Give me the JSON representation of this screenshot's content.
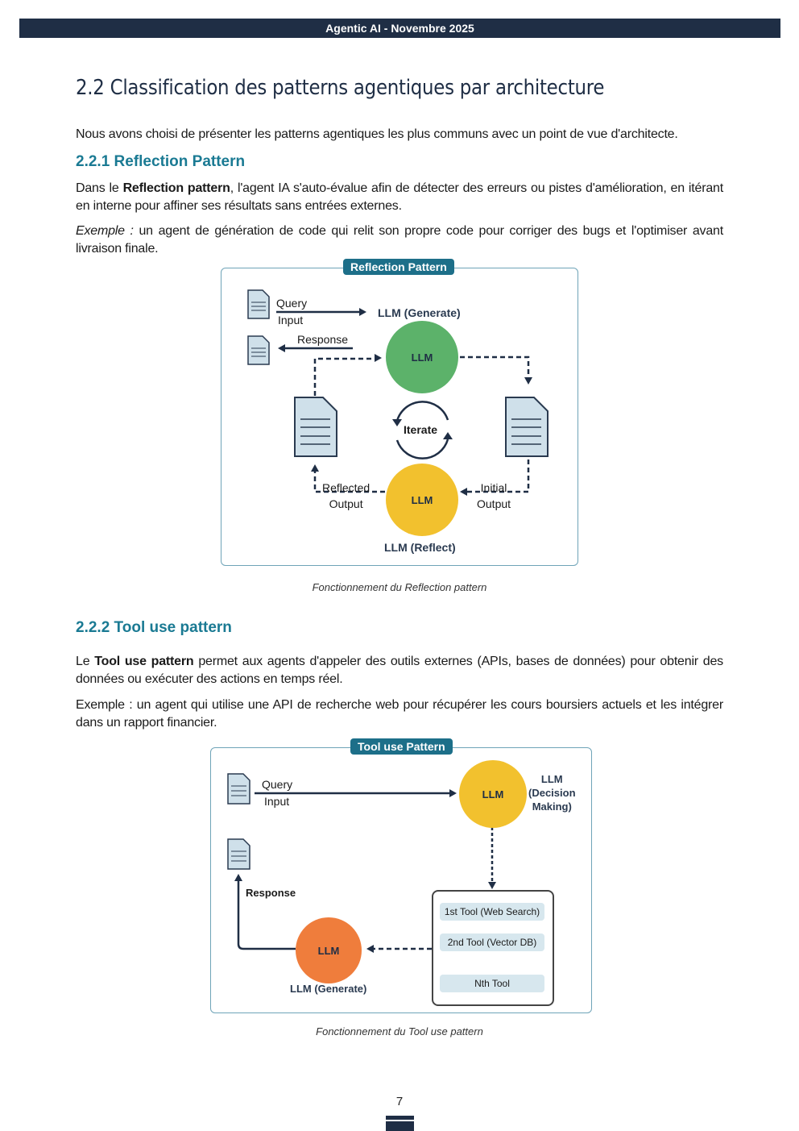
{
  "header": {
    "title": "Agentic AI - Novembre 2025"
  },
  "section": {
    "title": "2.2  Classification des patterns agentiques par architecture",
    "intro": "Nous avons choisi de présenter les patterns agentiques les plus communs avec un point de vue d'architecte."
  },
  "reflection": {
    "heading": "2.2.1   Reflection Pattern",
    "p1_prefix": "Dans le ",
    "p1_bold": "Reflection pattern",
    "p1_suffix": ", l'agent IA s'auto-évalue afin de détecter des erreurs ou pistes d'amélioration, en itérant en interne pour affiner ses résultats sans entrées externes.",
    "p2_italic": "Exemple :",
    "p2_suffix": " un agent de génération de code qui relit son propre code pour corriger des bugs et l'optimiser avant livraison finale.",
    "figure": {
      "title": "Reflection Pattern",
      "query_label": "Query",
      "input_label": "Input",
      "response_label": "Response",
      "llm_generate_label": "LLM (Generate)",
      "llm_reflect_label": "LLM (Reflect)",
      "llm_badge": "LLM",
      "iterate_label": "Iterate",
      "reflected_output_label": "Reflected\nOutput",
      "initial_output_label": "Initial\nOutput",
      "colors": {
        "generate": "#5cb26a",
        "reflect": "#f2c12e",
        "arrow": "#1f2e45"
      }
    },
    "caption": "Fonctionnement du Reflection pattern"
  },
  "tooluse": {
    "heading": "2.2.2   Tool use pattern",
    "p1_prefix": "Le ",
    "p1_bold": "Tool use pattern",
    "p1_suffix": " permet aux agents d'appeler des outils externes (APIs, bases de données) pour obtenir des données ou exécuter des actions en temps réel.",
    "p2": "Exemple : un agent qui utilise une API de recherche web pour récupérer les cours boursiers actuels et les intégrer dans un rapport financier.",
    "figure": {
      "title": "Tool use Pattern",
      "query_label": "Query",
      "input_label": "Input",
      "response_label": "Response",
      "llm_decision_label": "LLM\n(Decision\nMaking)",
      "llm_generate_label": "LLM (Generate)",
      "llm_badge": "LLM",
      "tools": [
        "1st Tool (Web Search)",
        "2nd Tool (Vector DB)",
        "Nth Tool"
      ],
      "colors": {
        "decision": "#f2c12e",
        "generate": "#ef7d3c",
        "arrow": "#1f2e45"
      }
    },
    "caption": "Fonctionnement du Tool use pattern"
  },
  "footer": {
    "page_number": "7"
  }
}
